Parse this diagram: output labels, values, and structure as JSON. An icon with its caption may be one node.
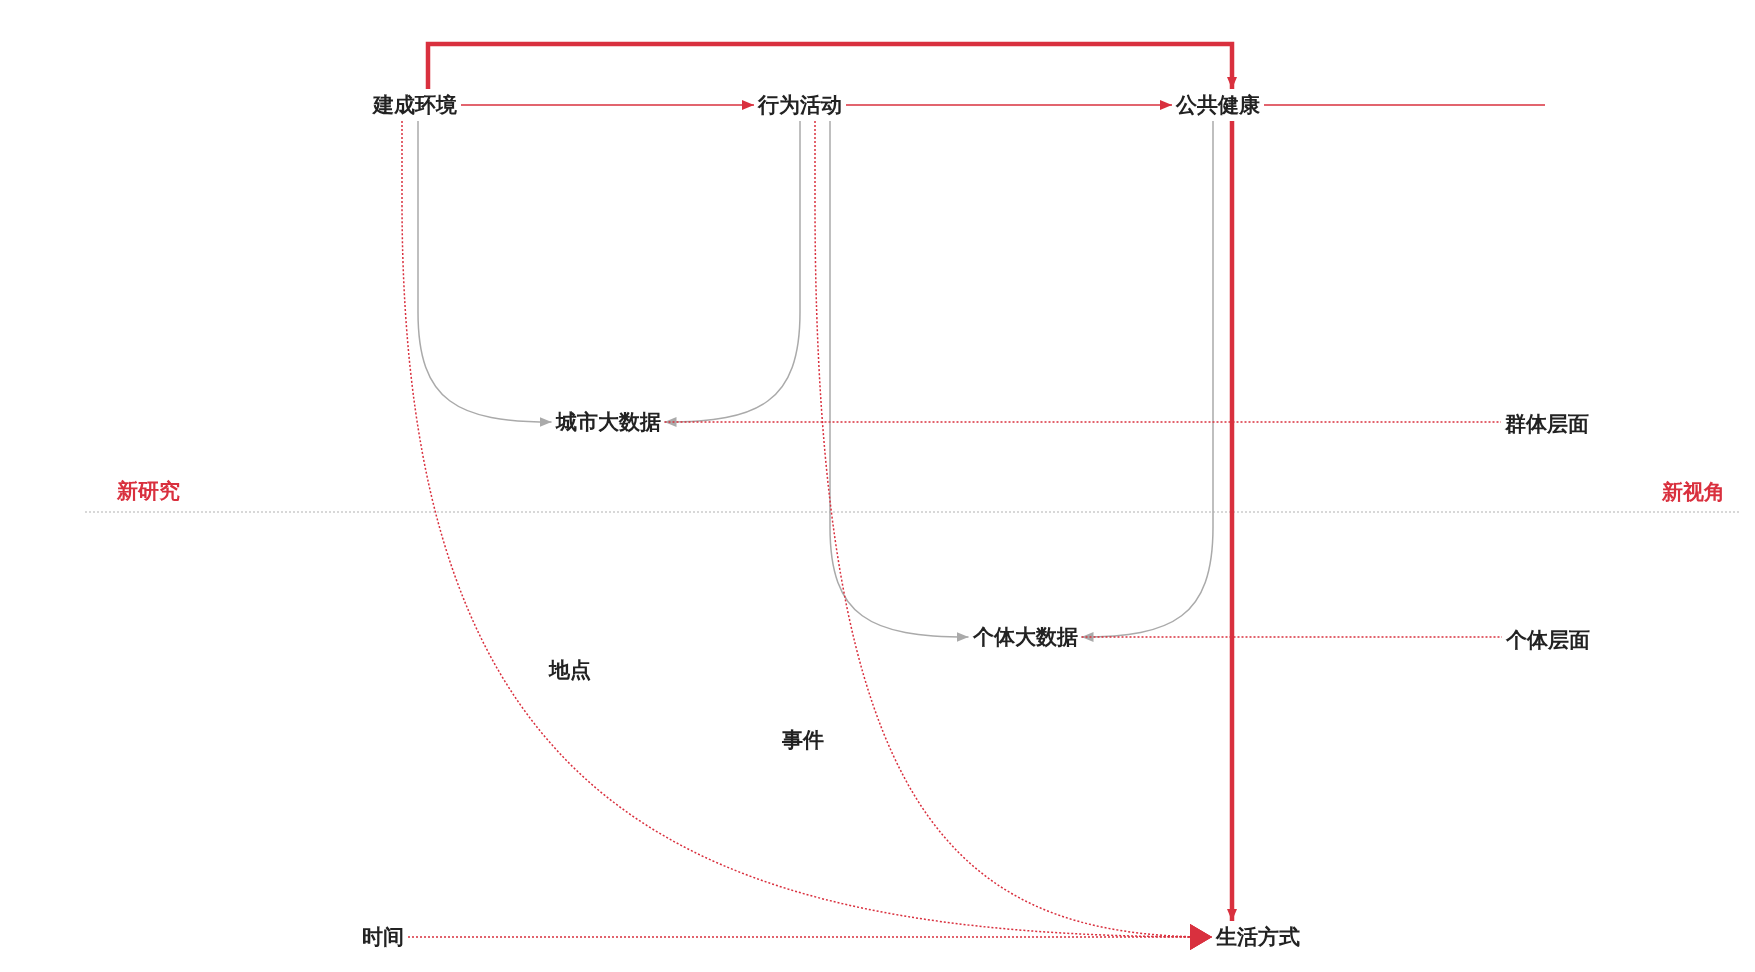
{
  "diagram": {
    "nodes": [
      {
        "text": [
          "建成环境"
        ]
      },
      {
        "text": [
          "行为活动"
        ]
      },
      {
        "text": [
          "公共健康"
        ]
      },
      {
        "text": [
          "城市大数据"
        ]
      },
      {
        "text": [
          "群体层面"
        ]
      },
      {
        "text": [
          "个体大数据"
        ]
      },
      {
        "text": [
          "个体层面"
        ]
      },
      {
        "text": [
          "时间"
        ]
      },
      {
        "text": [
          "生活方式"
        ]
      }
    ],
    "edges": [
      {
        "from": 0,
        "to": 1,
        "arrow": "to"
      },
      {
        "from": 1,
        "to": 2,
        "arrow": "to"
      },
      {
        "from": 0,
        "to": 2,
        "arrow": "to",
        "style": "thick"
      },
      {
        "from": 2,
        "to": null,
        "arrow": "none"
      },
      {
        "from": 0,
        "to": 3,
        "arrow": "to",
        "color": "#aaaaaa"
      },
      {
        "from": 1,
        "to": 3,
        "arrow": "to",
        "color": "#aaaaaa"
      },
      {
        "from": 1,
        "to": 5,
        "arrow": "to",
        "color": "#aaaaaa"
      },
      {
        "from": 2,
        "to": 5,
        "arrow": "to",
        "color": "#aaaaaa"
      },
      {
        "from": 3,
        "to": 4,
        "arrow": "none",
        "style": "dashed"
      },
      {
        "from": 5,
        "to": 6,
        "arrow": "none",
        "style": "dashed"
      },
      {
        "from": 0,
        "to": 8,
        "arrow": "to",
        "style": "dashed",
        "label": "地点"
      },
      {
        "from": 1,
        "to": 8,
        "arrow": "to",
        "style": "dashed",
        "label": "事件"
      },
      {
        "from": 7,
        "to": 8,
        "arrow": "to",
        "style": "dashed"
      },
      {
        "from": 2,
        "to": 8,
        "arrow": "to",
        "style": "thick"
      }
    ],
    "labels": [
      "新研究",
      "新视角"
    ]
  }
}
